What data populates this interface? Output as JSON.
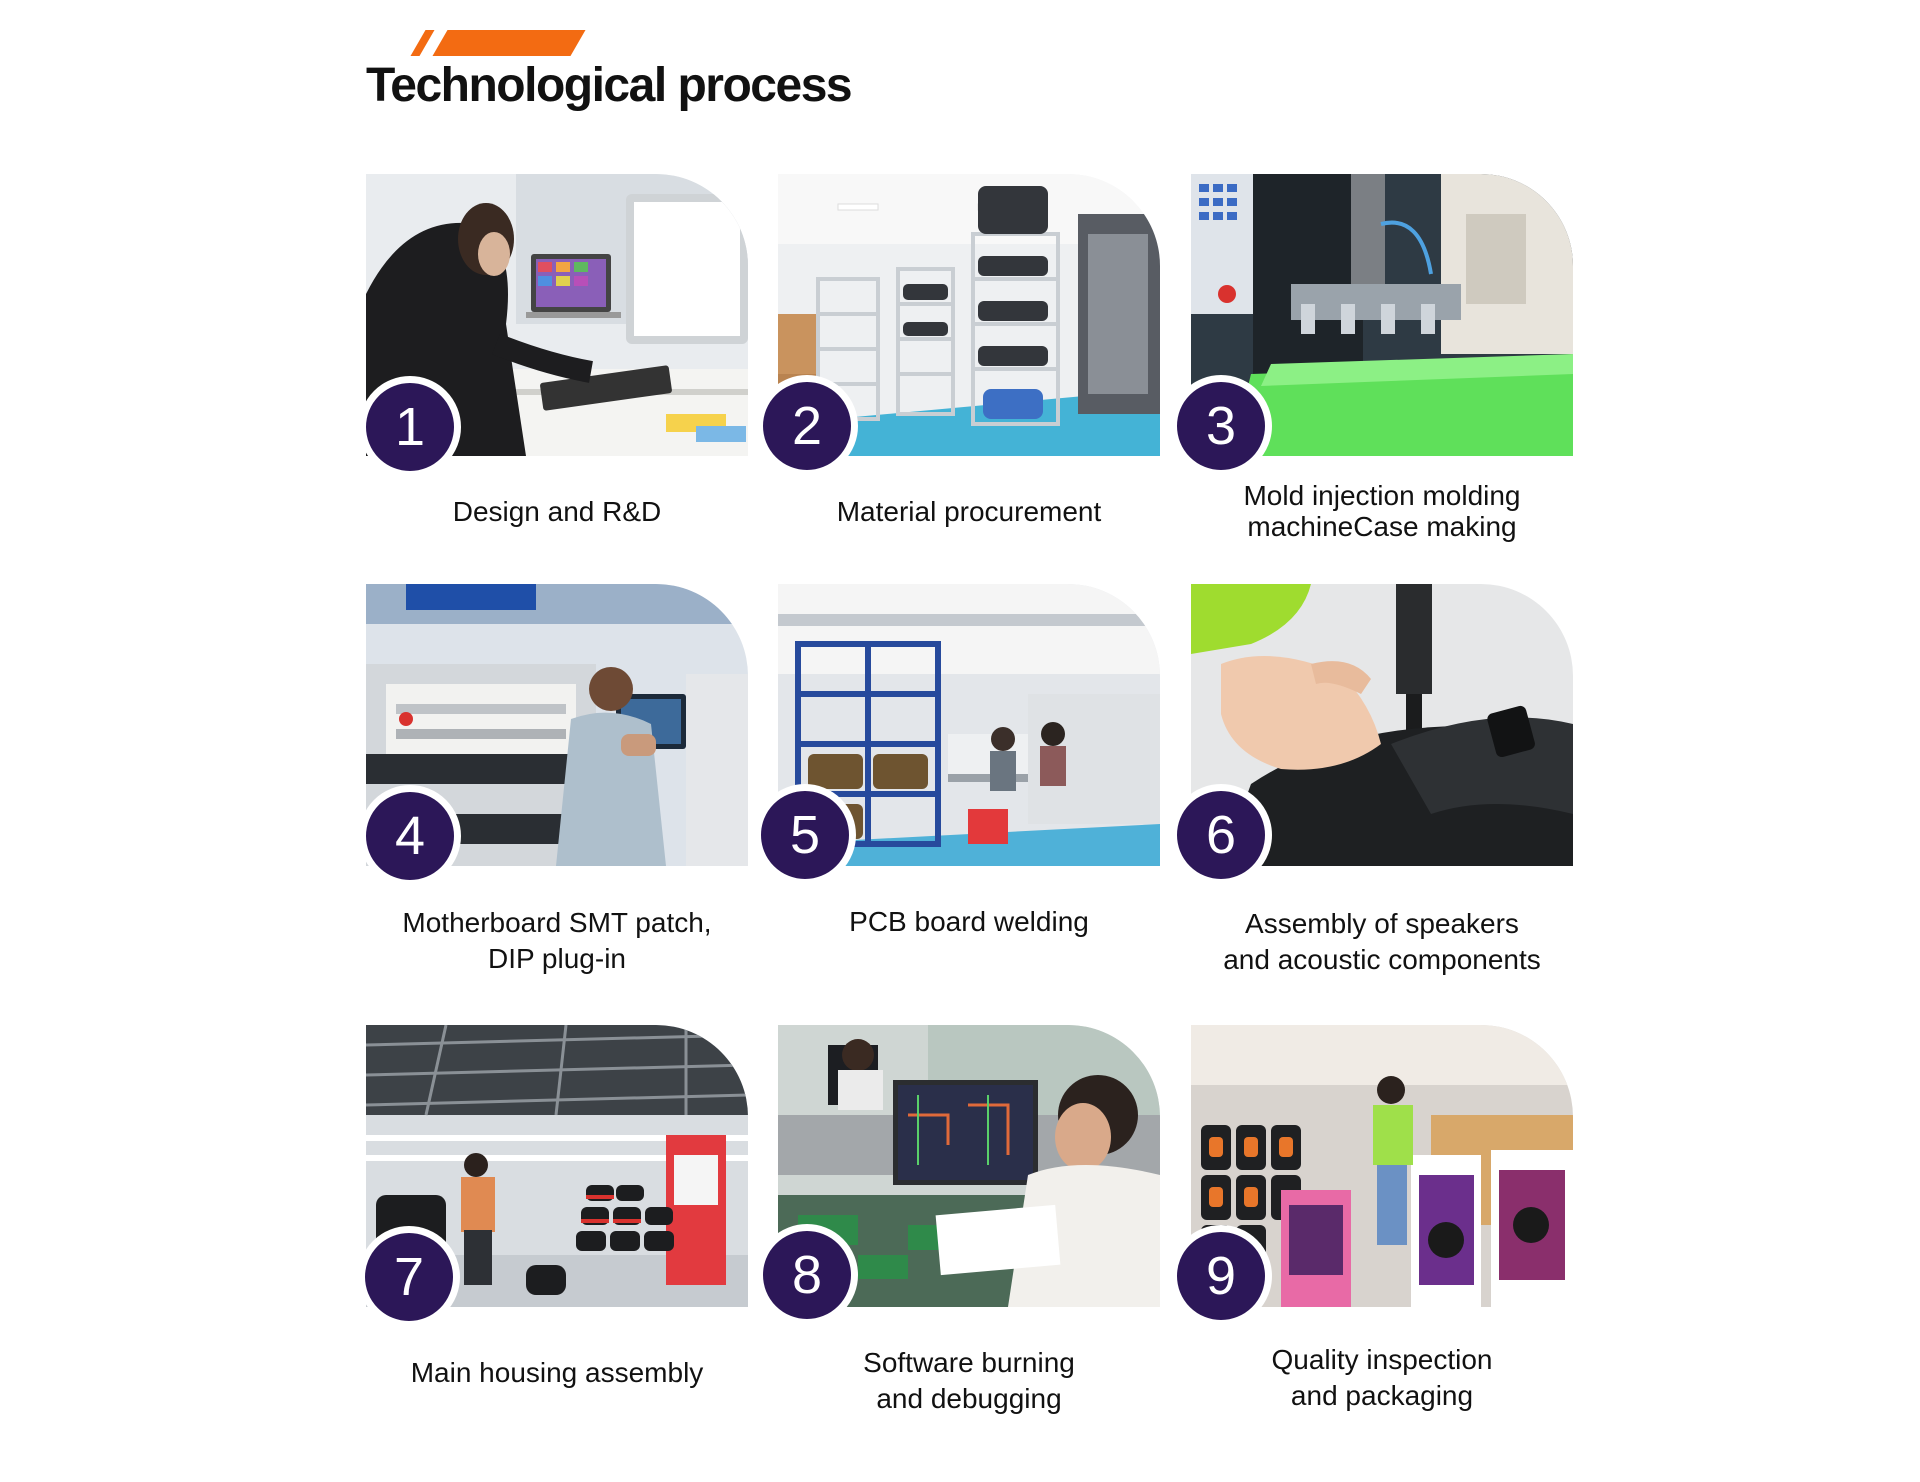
{
  "page": {
    "title": "Technological process"
  },
  "steps": [
    {
      "number": "1",
      "lines": [
        "Design and R&D"
      ],
      "scene": "designer-workstation"
    },
    {
      "number": "2",
      "lines": [
        "Material procurement"
      ],
      "scene": "warehouse-shelves"
    },
    {
      "number": "3",
      "lines": [
        "Mold injection molding",
        "machineCase making"
      ],
      "scene": "injection-molding-machine"
    },
    {
      "number": "4",
      "lines": [
        "Motherboard SMT patch,",
        "DIP plug-in"
      ],
      "scene": "smt-machine"
    },
    {
      "number": "5",
      "lines": [
        "PCB board welding"
      ],
      "scene": "welding-workshop"
    },
    {
      "number": "6",
      "lines": [
        "Assembly of speakers",
        "and acoustic components"
      ],
      "scene": "screwdriver-assembly"
    },
    {
      "number": "7",
      "lines": [
        "Main housing assembly"
      ],
      "scene": "assembly-line-hall"
    },
    {
      "number": "8",
      "lines": [
        "Software burning",
        "and debugging"
      ],
      "scene": "debugging-desk"
    },
    {
      "number": "9",
      "lines": [
        "Quality inspection",
        "and packaging"
      ],
      "scene": "packaging-area"
    }
  ],
  "colors": {
    "accent": "#f36b12",
    "badge": "#2c1758",
    "text": "#111111"
  }
}
